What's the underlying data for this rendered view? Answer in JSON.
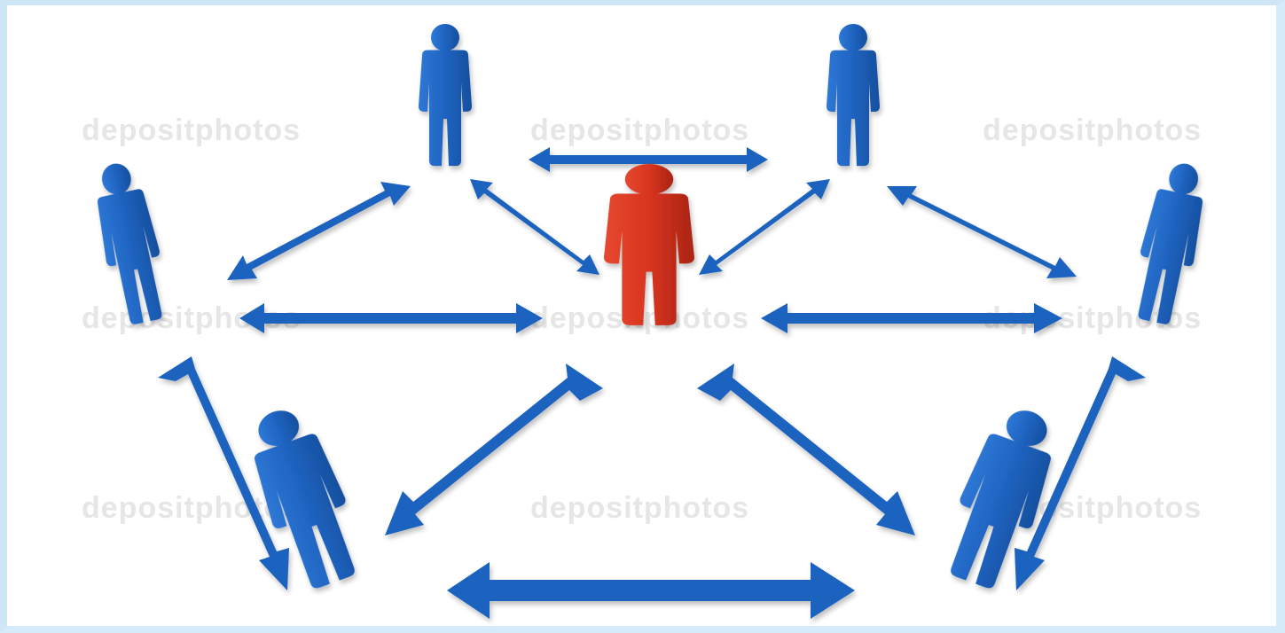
{
  "image": {
    "type": "network-diagram",
    "watermark_text": "depositphotos",
    "colors": {
      "background": "#ffffff",
      "border": "#cfe6f7",
      "arrow": "#1f63c0",
      "person_blue": "#1f63c0",
      "person_center": "#d8351f",
      "watermark": "#e6e6e6"
    }
  },
  "nodes": [
    {
      "id": "center",
      "role": "center-person",
      "color": "red"
    },
    {
      "id": "top-left",
      "role": "person",
      "color": "blue"
    },
    {
      "id": "top-right",
      "role": "person",
      "color": "blue"
    },
    {
      "id": "left",
      "role": "person",
      "color": "blue"
    },
    {
      "id": "right",
      "role": "person",
      "color": "blue"
    },
    {
      "id": "bottom-left",
      "role": "person",
      "color": "blue"
    },
    {
      "id": "bottom-right",
      "role": "person",
      "color": "blue"
    }
  ],
  "edges": [
    {
      "from": "top-left",
      "to": "top-right",
      "kind": "double-arrow"
    },
    {
      "from": "top-left",
      "to": "left",
      "kind": "double-arrow"
    },
    {
      "from": "top-left",
      "to": "center",
      "kind": "double-arrow"
    },
    {
      "from": "top-right",
      "to": "center",
      "kind": "double-arrow"
    },
    {
      "from": "top-right",
      "to": "right",
      "kind": "double-arrow"
    },
    {
      "from": "left",
      "to": "center",
      "kind": "double-arrow"
    },
    {
      "from": "right",
      "to": "center",
      "kind": "double-arrow"
    },
    {
      "from": "left",
      "to": "bottom-left",
      "kind": "double-arrow"
    },
    {
      "from": "right",
      "to": "bottom-right",
      "kind": "double-arrow"
    },
    {
      "from": "center",
      "to": "bottom-left",
      "kind": "double-arrow"
    },
    {
      "from": "center",
      "to": "bottom-right",
      "kind": "double-arrow"
    },
    {
      "from": "bottom-left",
      "to": "bottom-right",
      "kind": "double-arrow"
    }
  ]
}
